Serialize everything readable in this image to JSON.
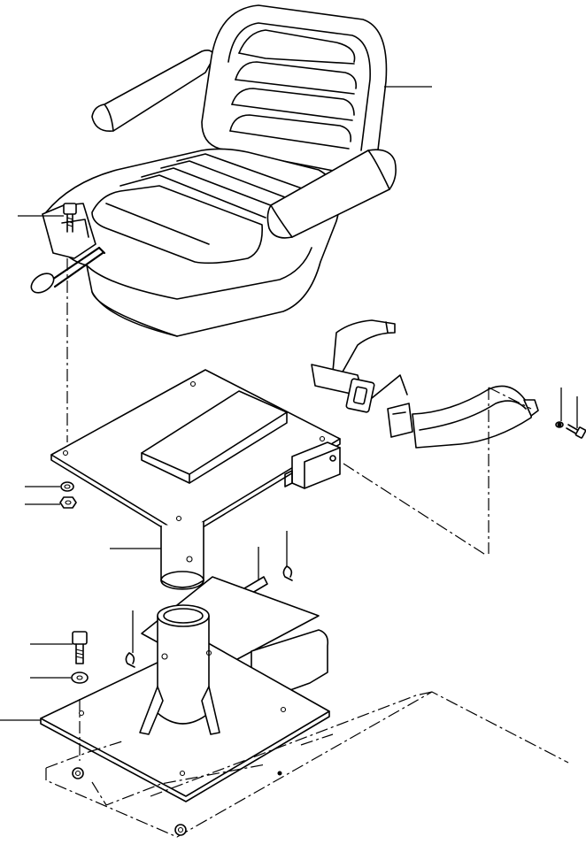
{
  "diagram": {
    "kind": "exploded parts drawing",
    "parts": [
      {
        "id": "seat-assembly"
      },
      {
        "id": "adjust-lever"
      },
      {
        "id": "seat-bolt"
      },
      {
        "id": "seat-belt-left-strap"
      },
      {
        "id": "seat-belt-right-strap"
      },
      {
        "id": "belt-bolt"
      },
      {
        "id": "belt-washer"
      },
      {
        "id": "top-plate"
      },
      {
        "id": "top-plate-washer"
      },
      {
        "id": "top-plate-nut"
      },
      {
        "id": "post"
      },
      {
        "id": "pin"
      },
      {
        "id": "cotter-pin-upper"
      },
      {
        "id": "cotter-pin-lower"
      },
      {
        "id": "base-bolt"
      },
      {
        "id": "base-washer"
      },
      {
        "id": "base-plate-with-tube"
      }
    ],
    "callout_count": 13
  }
}
